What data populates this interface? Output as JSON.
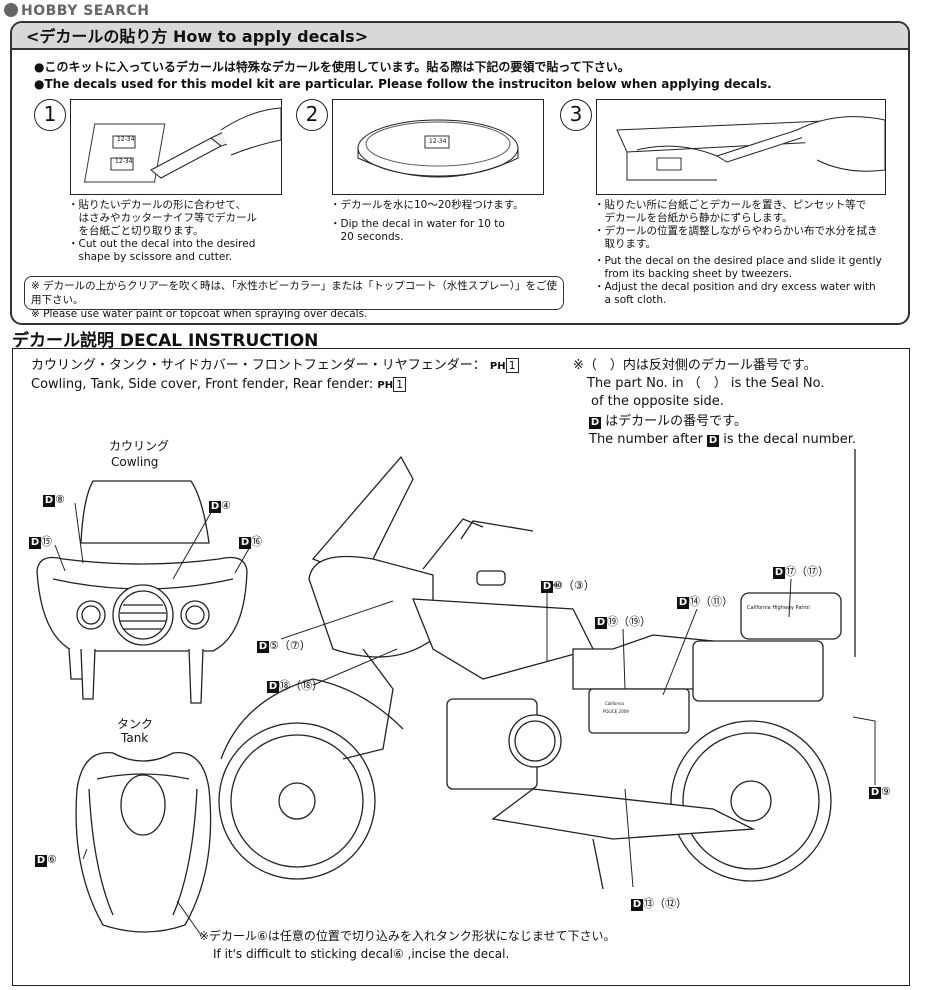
{
  "watermark": "HOBBY SEARCH",
  "howto": {
    "title": "<デカールの貼り方 How to apply decals>",
    "intro_jp": "●このキットに入っているデカールは特殊なデカールを使用しています。貼る際は下記の要領で貼って下さい。",
    "intro_en": "●The decals used for this model kit are particular. Please follow the instruciton below when applying decals.",
    "steps": [
      {
        "num": "1",
        "lines": [
          "・貼りたいデカールの形に合わせて、",
          "　はさみやカッターナイフ等でデカール",
          "　を台紙ごと切り取ります。",
          "・Cut out the decal into the desired",
          "　shape by scissore and cutter."
        ]
      },
      {
        "num": "2",
        "lines": [
          "・デカールを水に10～20秒程つけます。",
          "",
          "・Dip the decal in water for 10 to",
          "　20 seconds."
        ]
      },
      {
        "num": "3",
        "lines": [
          "・貼りたい所に台紙ごとデカールを置き、ピンセット等で",
          "　デカールを台紙から静かにずらします。",
          "・デカールの位置を調整しながらやわらかい布で水分を拭き",
          "　取ります。",
          "・Put the decal on the desired place and slide it gently",
          "　from its backing sheet by tweezers.",
          "・Adjust the decal position and dry excess water with",
          "　a soft cloth."
        ]
      }
    ],
    "pic_text": {
      "step1_a": "12-34",
      "step1_b": "12-34",
      "step2": "12-34"
    },
    "note_jp": "※ デカールの上からクリアーを吹く時は、「水性ホビーカラー」または「トップコート（水性スプレー）」をご使用下さい。",
    "note_en": "※ Please use water paint or topcoat when spraying over decals."
  },
  "decal": {
    "section_title": "デカール説明 DECAL INSTRUCTION",
    "parts_jp": "カウリング・タンク・サイドカバー・フロントフェンダー・リヤフェンダー：",
    "parts_en": "Cowling, Tank, Side cover, Front fender, Rear fender:",
    "part_code": "PH",
    "part_num": "1",
    "remark_jp": "※（　）内は反対側のデカール番号です。",
    "remark_en1": "The part No. in （　） is the Seal No.",
    "remark_en2": "of the opposite side.",
    "d_note_jp": "はデカールの番号です。",
    "d_note_en_a": "The number after",
    "d_note_en_b": "is the decal number.",
    "d_icon": "D",
    "cowling_jp": "カウリング",
    "cowling_en": "Cowling",
    "tank_jp": "タンク",
    "tank_en": "Tank",
    "labels": {
      "c8": "⑧",
      "c4": "④",
      "c15": "⑮",
      "c16": "⑯",
      "b10": "⑩（③）",
      "b5": "⑤（⑦）",
      "b19": "⑲（⑲）",
      "b14": "⑭（⑪）",
      "b17": "⑰（⑰）",
      "b18": "⑱（⑱）",
      "b9": "⑨",
      "b13": "⑬（⑫）",
      "t6": "⑥"
    },
    "box_text": "California Highway Patrol",
    "side_text_a": "California",
    "side_text_b": "POLICE 2009",
    "foot_jp": "※デカール⑥は任意の位置で切り込みを入れタンク形状になじませて下さい。",
    "foot_en": "If it's difficult to sticking decal⑥ ,incise the decal."
  }
}
